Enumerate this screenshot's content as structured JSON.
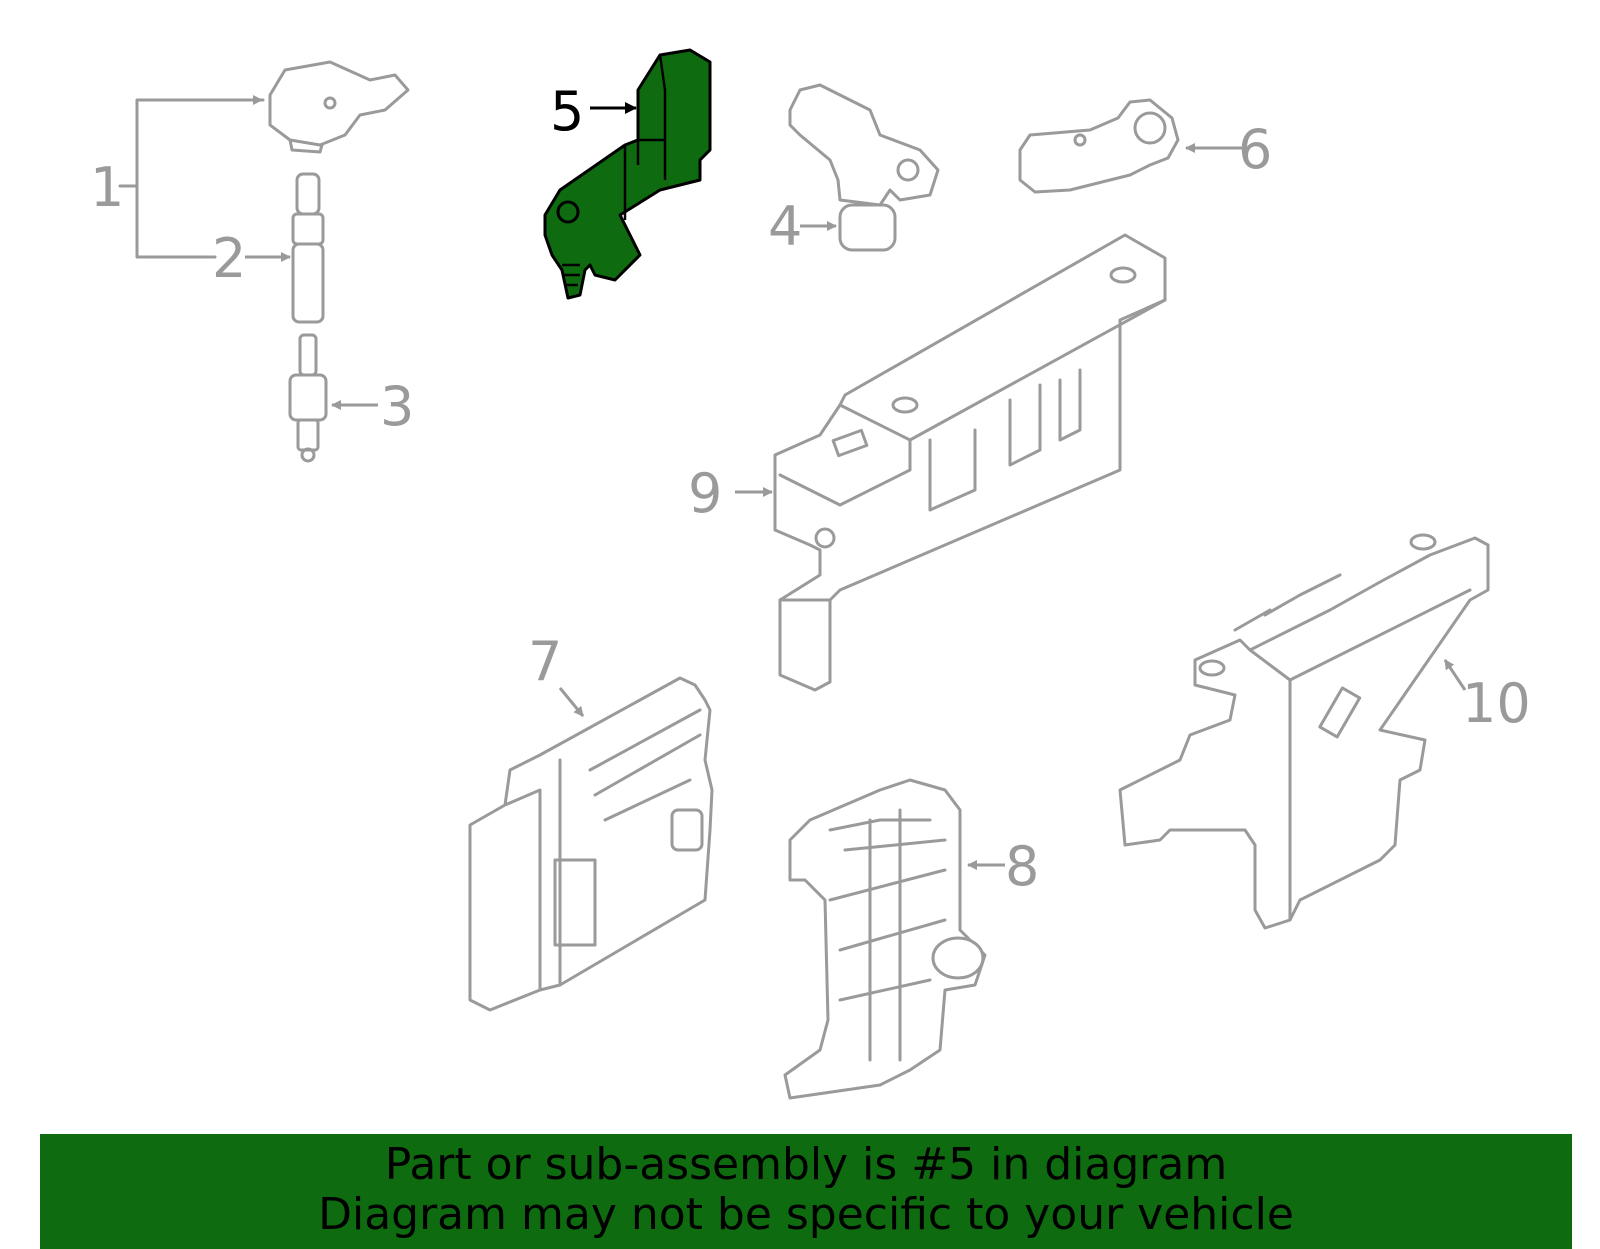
{
  "diagram": {
    "highlight_color": "#0f6b0f",
    "line_color": "#9a9a9a",
    "highlighted_part": "5",
    "callouts": [
      "1",
      "2",
      "3",
      "4",
      "5",
      "6",
      "7",
      "8",
      "9",
      "10"
    ]
  },
  "banner": {
    "line1": "Part or sub-assembly is #5 in diagram",
    "line2": "Diagram may not be specific to your vehicle"
  }
}
